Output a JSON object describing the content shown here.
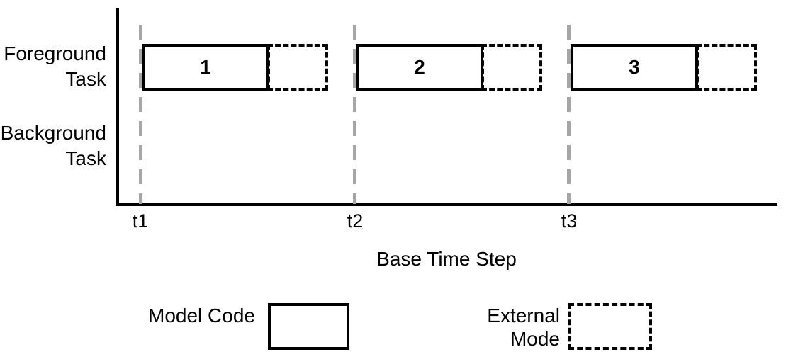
{
  "chart_data": {
    "type": "timeline",
    "rows": [
      {
        "label": "Foreground Task"
      },
      {
        "label": "Background Task"
      }
    ],
    "x_axis": {
      "label": "Base Time Step",
      "ticks": [
        "t1",
        "t2",
        "t3"
      ]
    },
    "tasks": [
      {
        "label": "1",
        "row": "Foreground Task",
        "start_tick": "t1",
        "segments": [
          "model_code",
          "external_mode"
        ]
      },
      {
        "label": "2",
        "row": "Foreground Task",
        "start_tick": "t2",
        "segments": [
          "model_code",
          "external_mode"
        ]
      },
      {
        "label": "3",
        "row": "Foreground Task",
        "start_tick": "t3",
        "segments": [
          "model_code",
          "external_mode"
        ]
      }
    ],
    "legend": [
      {
        "label": "Model Code",
        "style": "solid"
      },
      {
        "label": "External Mode",
        "style": "dashed"
      }
    ],
    "colors": {
      "task_border": "#000000",
      "tick_line": "#a6a6a6",
      "background": "#ffffff"
    },
    "layout_hints": {
      "grid": "vertical dashed lines at each base time step",
      "legend_position": "bottom",
      "background_row_empty": true
    }
  }
}
